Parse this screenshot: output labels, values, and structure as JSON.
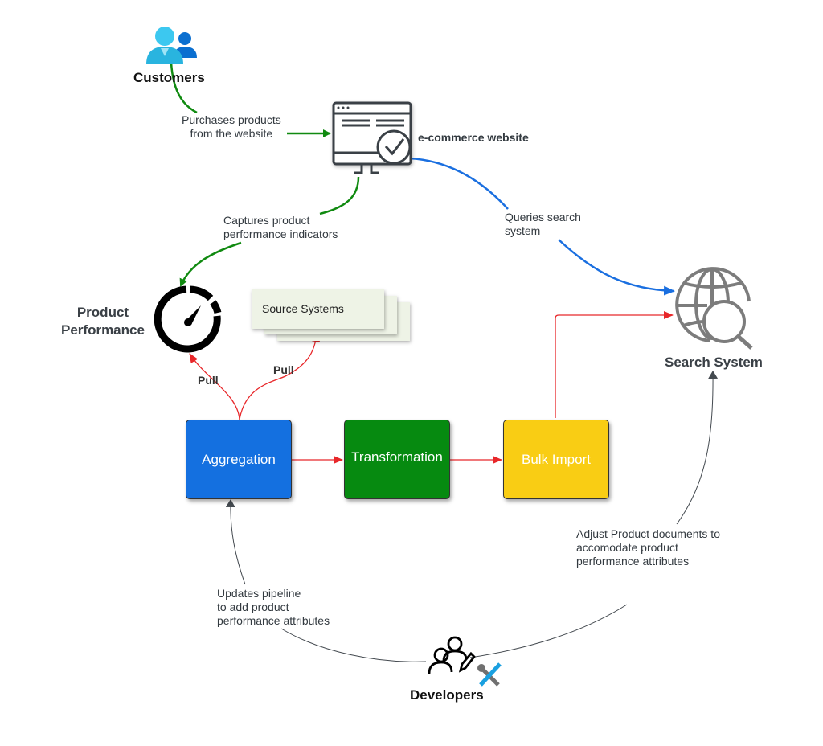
{
  "nodes": {
    "customers": "Customers",
    "ecommerce": "e-commerce website",
    "product_performance_line1": "Product",
    "product_performance_line2": "Performance",
    "source_systems": "Source Systems",
    "search_system": "Search System",
    "aggregation": "Aggregation",
    "transformation": "Transformation",
    "bulk_import": "Bulk Import",
    "developers": "Developers"
  },
  "edges": {
    "purchases": [
      "Purchases products",
      "from the website"
    ],
    "captures": [
      "Captures product",
      "performance indicators"
    ],
    "queries": [
      "Queries search",
      "system"
    ],
    "pull_perf": "Pull",
    "pull_source": "Pull",
    "updates": [
      "Updates pipeline",
      "to add product",
      "performance attributes"
    ],
    "adjust": [
      "Adjust Product documents to",
      "accomodate product",
      "performance attributes"
    ]
  },
  "colors": {
    "green_edge": "#108a10",
    "blue_edge": "#1a6fe0",
    "red_edge": "#e8272a",
    "gray_edge": "#444a50",
    "aggregation": "#1470e0",
    "transformation": "#068a10",
    "bulk_import": "#f9cd14"
  }
}
